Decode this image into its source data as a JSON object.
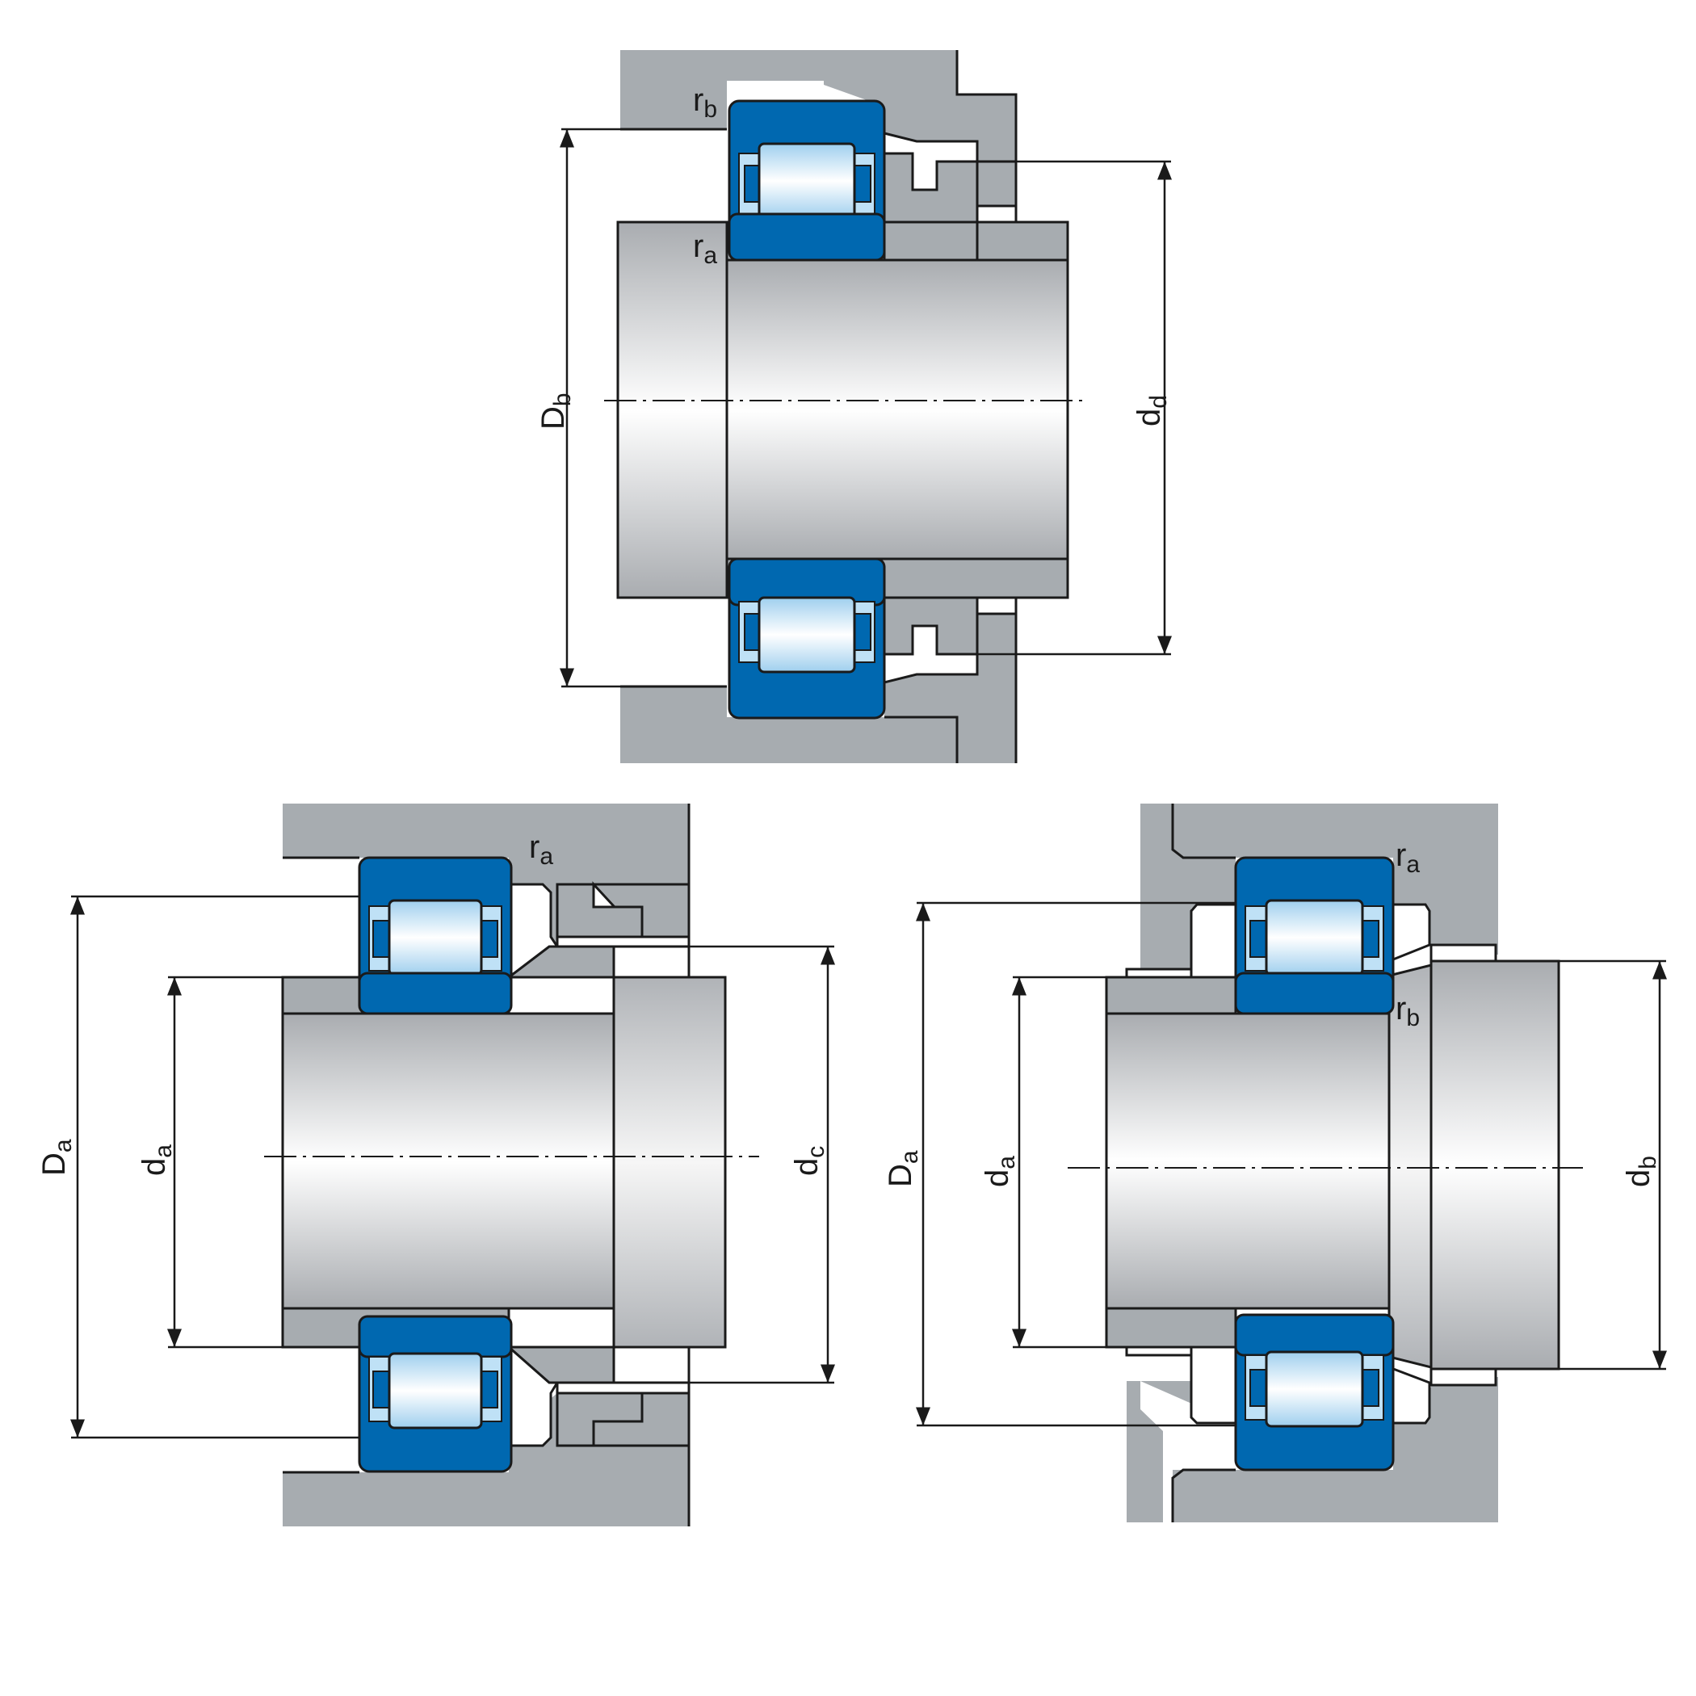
{
  "colors": {
    "housing": "#a7acb0",
    "shaft_light": "#ffffff",
    "shaft_dark": "#a9acb0",
    "bearing_blue": "#0068b0",
    "bearing_light": "#bfe1f6",
    "roller_light": "#ffffff",
    "roller_dark": "#9fcfee",
    "outline": "#1a1a1a"
  },
  "diagrams": [
    {
      "id": "top",
      "labels": {
        "rb_main": "r",
        "rb_sub": "b",
        "ra_main": "r",
        "ra_sub": "a",
        "Db_main": "D",
        "Db_sub": "b",
        "dd_main": "d",
        "dd_sub": "d"
      }
    },
    {
      "id": "bottom-left",
      "labels": {
        "ra_main": "r",
        "ra_sub": "a",
        "Da_main": "D",
        "Da_sub": "a",
        "da_main": "d",
        "da_sub": "a",
        "dc_main": "d",
        "dc_sub": "c"
      }
    },
    {
      "id": "bottom-right",
      "labels": {
        "ra_main": "r",
        "ra_sub": "a",
        "rb_main": "r",
        "rb_sub": "b",
        "Da_main": "D",
        "Da_sub": "a",
        "da_main": "d",
        "da_sub": "a",
        "db_main": "d",
        "db_sub": "b"
      }
    }
  ]
}
